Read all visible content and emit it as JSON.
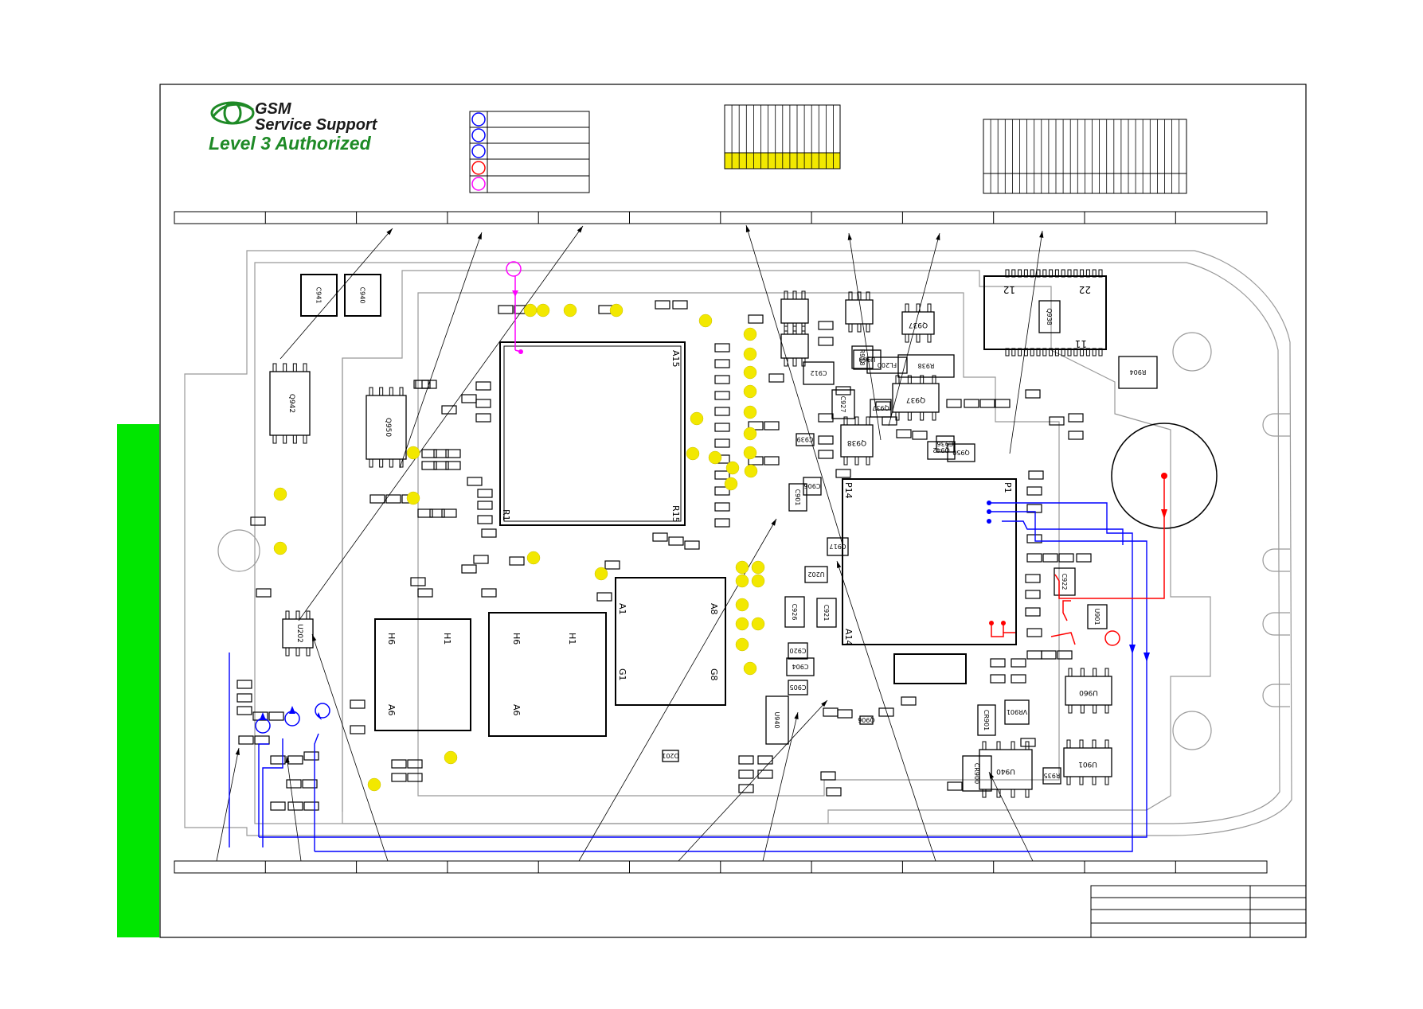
{
  "logo": {
    "line1": "GSM",
    "line2": "Service Support",
    "line3": "Level 3 Authorized",
    "icon": "gsm-globe-logo-icon"
  },
  "colors": {
    "accent_green": "#00e600",
    "logo_green": "#1e8a26",
    "trace_blue": "#0000ff",
    "trace_red": "#ff0000",
    "trace_magenta": "#ff00ff",
    "testpoint_yellow": "#f2e800",
    "board_outline": "#999999",
    "ink": "#000000"
  },
  "legend": {
    "rows": [
      {
        "color": "blue",
        "label": ""
      },
      {
        "color": "blue",
        "label": ""
      },
      {
        "color": "blue",
        "label": ""
      },
      {
        "color": "red",
        "label": ""
      },
      {
        "color": "magenta",
        "label": ""
      }
    ]
  },
  "chips": {
    "a15": "A15",
    "r1": "R1",
    "r15": "R15",
    "a1": "A1",
    "a8": "A8",
    "g1": "G1",
    "g8": "G8",
    "h1_left": "H1",
    "h6_left": "H6",
    "a6_left": "A6",
    "h1_right": "H1",
    "h6_right": "H6",
    "a6_right": "A6",
    "p14": "P14",
    "p1": "P1",
    "a14": "A14",
    "conn_12": "12",
    "conn_22": "22",
    "conn_11": "11"
  },
  "components": [
    "C941",
    "C940",
    "Q942",
    "Q950",
    "U202",
    "C917",
    "C939",
    "C912",
    "C927",
    "C904",
    "C920",
    "C901",
    "C922",
    "C905",
    "C906",
    "C926",
    "C921",
    "C936",
    "U901",
    "U960",
    "Q937",
    "Q938",
    "CR900",
    "CR901",
    "VR901",
    "U940",
    "FL200",
    "R938",
    "R918",
    "R904",
    "R935",
    "Q906",
    "D201"
  ]
}
